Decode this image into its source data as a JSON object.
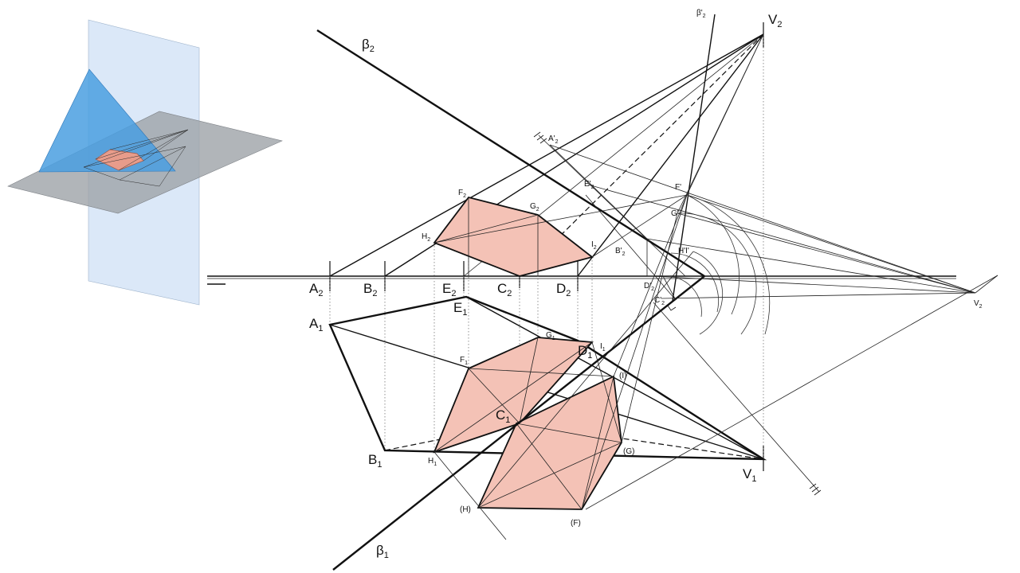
{
  "diagram": {
    "labels": {
      "beta2": {
        "main": "β",
        "sub": "2"
      },
      "beta1": {
        "main": "β",
        "sub": "1"
      },
      "beta2p": {
        "main": "β'",
        "sub": "2"
      },
      "V2": {
        "main": "V",
        "sub": "2"
      },
      "V1": {
        "main": "V",
        "sub": "1"
      },
      "V2s": {
        "main": "V",
        "sub": "2"
      },
      "A2": {
        "main": "A",
        "sub": "2"
      },
      "B2": {
        "main": "B",
        "sub": "2"
      },
      "E2": {
        "main": "E",
        "sub": "2"
      },
      "C2": {
        "main": "C",
        "sub": "2"
      },
      "D2": {
        "main": "D",
        "sub": "2"
      },
      "F2": {
        "main": "F",
        "sub": "2"
      },
      "G2": {
        "main": "G",
        "sub": "2"
      },
      "H2": {
        "main": "H",
        "sub": "2"
      },
      "I2": {
        "main": "I",
        "sub": "2"
      },
      "A1": {
        "main": "A",
        "sub": "1"
      },
      "B1": {
        "main": "B",
        "sub": "1"
      },
      "E1": {
        "main": "E",
        "sub": "1"
      },
      "C1": {
        "main": "C",
        "sub": "1"
      },
      "D1": {
        "main": "D",
        "sub": "1"
      },
      "F1": {
        "main": "F",
        "sub": "1"
      },
      "G1": {
        "main": "G",
        "sub": "1"
      },
      "H1": {
        "main": "H",
        "sub": "1"
      },
      "I1": {
        "main": "I",
        "sub": "1"
      },
      "A2p": {
        "main": "A'",
        "sub": "2"
      },
      "E2p": {
        "main": "E'",
        "sub": "2"
      },
      "B2p": {
        "main": "B'",
        "sub": "2"
      },
      "D2p": {
        "main": "D'",
        "sub": "2"
      },
      "C2p": {
        "main": "C'",
        "sub": "2"
      },
      "Fp": "F'",
      "Gp": "G'",
      "HIp": "H'I'",
      "Irot": "(I)",
      "Grot": "(G)",
      "Hrot": "(H)",
      "Frot": "(F)"
    },
    "colors": {
      "section_fill": "#f4c2b6",
      "plane_blue": "#4a9fe0",
      "vertical_plane": "#cfe0f5",
      "horizontal_plane": "#9ea3a8",
      "line": "#111111"
    }
  }
}
